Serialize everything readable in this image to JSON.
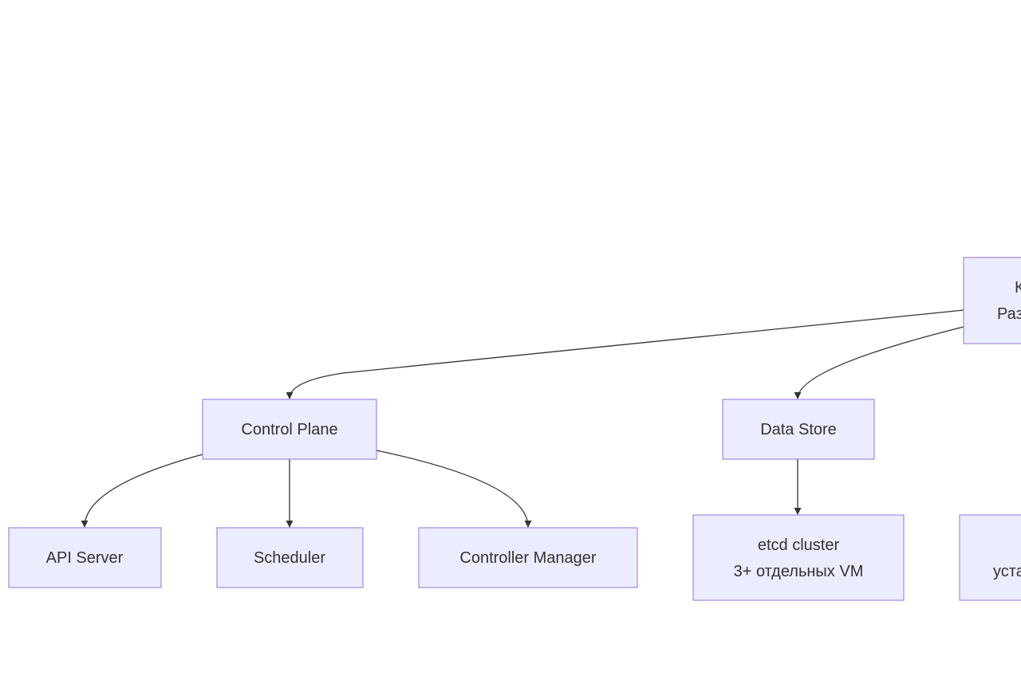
{
  "diagram": {
    "type": "flowchart",
    "colors": {
      "node_fill": "#ECECFF",
      "node_stroke": "#9370DB",
      "edge": "#333333",
      "text": "#333333"
    },
    "nodes": {
      "root": {
        "line1": "К",
        "line2": "Раз"
      },
      "control_plane": {
        "label": "Control Plane"
      },
      "data_store": {
        "label": "Data Store"
      },
      "api_server": {
        "label": "API Server"
      },
      "scheduler": {
        "label": "Scheduler"
      },
      "controller_manager": {
        "label": "Controller Manager"
      },
      "etcd": {
        "line1": "etcd cluster",
        "line2": "3+ отдельных VM"
      },
      "partial": {
        "line2": "уста"
      }
    },
    "edges": [
      {
        "from": "root",
        "to": "control_plane"
      },
      {
        "from": "root",
        "to": "data_store"
      },
      {
        "from": "control_plane",
        "to": "api_server"
      },
      {
        "from": "control_plane",
        "to": "scheduler"
      },
      {
        "from": "control_plane",
        "to": "controller_manager"
      },
      {
        "from": "data_store",
        "to": "etcd"
      }
    ]
  }
}
